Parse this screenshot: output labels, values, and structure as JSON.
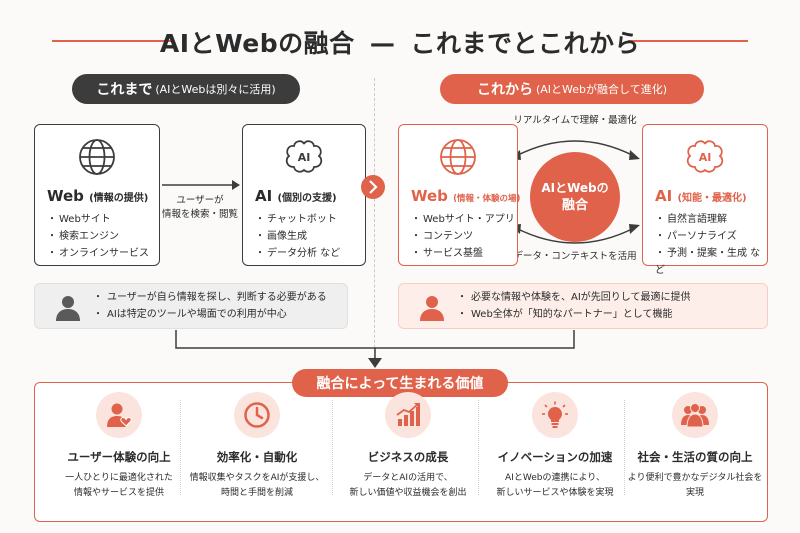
{
  "title": {
    "main": "AIとWebの融合",
    "dash": "—",
    "sub": "これまでとこれから"
  },
  "left": {
    "header_main": "これまで",
    "header_sub": "(AIとWebは別々に活用)",
    "web_card": {
      "title": "Web",
      "subtitle": "(情報の提供)",
      "items": [
        "Webサイト",
        "検索エンジン",
        "オンラインサービス"
      ]
    },
    "arrow_label": [
      "ユーザーが",
      "情報を検索・閲覧"
    ],
    "ai_card": {
      "title": "AI",
      "subtitle": "(個別の支援)",
      "items": [
        "チャットボット",
        "画像生成",
        "データ分析 など"
      ]
    },
    "note_items": [
      "ユーザーが自ら情報を探し、判断する必要がある",
      "AIは特定のツールや場面での利用が中心"
    ]
  },
  "right": {
    "header_main": "これから",
    "header_sub": "(AIとWebが融合して進化)",
    "top_arrow_label": "リアルタイムで理解・最適化",
    "bottom_arrow_label": "データ・コンテキストを活用",
    "center_circle": [
      "AIとWebの",
      "融合"
    ],
    "web_card": {
      "title": "Web",
      "subtitle": "(情報・体験の場)",
      "items": [
        "Webサイト・アプリ",
        "コンテンツ",
        "サービス基盤"
      ]
    },
    "ai_card": {
      "title": "AI",
      "subtitle": "(知能・最適化)",
      "items": [
        "自然言語理解",
        "パーソナライズ",
        "予測・提案・生成 など"
      ]
    },
    "note_items": [
      "必要な情報や体験を、AIが先回りして最適に提供",
      "Web全体が「知的なパートナー」として機能"
    ]
  },
  "benefits": {
    "header": "融合によって生まれる価値",
    "items": [
      {
        "icon": "user-heart-icon",
        "title": "ユーザー体験の向上",
        "desc": [
          "一人ひとりに最適化された",
          "情報やサービスを提供"
        ]
      },
      {
        "icon": "clock-icon",
        "title": "効率化・自動化",
        "desc": [
          "情報収集やタスクをAIが支援し、",
          "時間と手間を削減"
        ]
      },
      {
        "icon": "growth-chart-icon",
        "title": "ビジネスの成長",
        "desc": [
          "データとAIの活用で、",
          "新しい価値や収益機会を創出"
        ]
      },
      {
        "icon": "lightbulb-icon",
        "title": "イノベーションの加速",
        "desc": [
          "AIとWebの連携により、",
          "新しいサービスや体験を実現"
        ]
      },
      {
        "icon": "people-group-icon",
        "title": "社会・生活の質の向上",
        "desc": [
          "より便利で豊かなデジタル社会を",
          "実現"
        ]
      }
    ]
  },
  "colors": {
    "accent": "#e0624a",
    "dark": "#3c3c3c",
    "tint": "#fbe4dd"
  },
  "icons": {
    "globe": "globe-icon",
    "ai_brain": "ai-brain-icon",
    "user": "user-icon",
    "chevron": "chevron-right-icon"
  }
}
